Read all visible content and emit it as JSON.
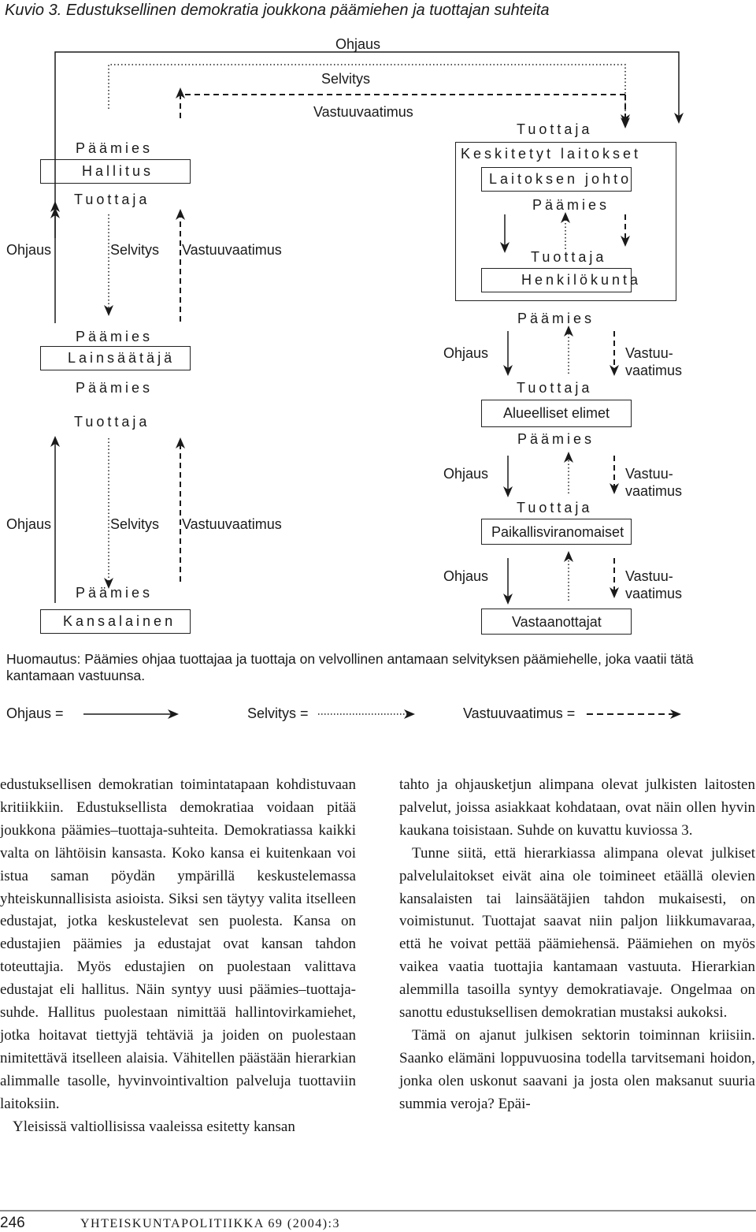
{
  "figure": {
    "title": "Kuvio 3. Edustuksellinen demokratia joukkona päämiehen ja tuottajan suhteita",
    "top": {
      "ohjaus": "Ohjaus",
      "selvitys": "Selvitys",
      "vastuu": "Vastuuvaatimus"
    },
    "left": {
      "paamies1": "Päämies",
      "hallitus": "Hallitus",
      "tuottaja1": "Tuottaja",
      "ohjaus1": "Ohjaus",
      "selvitys1": "Selvitys",
      "vastuu1": "Vastuuvaatimus",
      "paamies2": "Päämies",
      "lainsaataja": "Lainsäätäjä",
      "paamies3": "Päämies",
      "tuottaja2": "Tuottaja",
      "ohjaus2": "Ohjaus",
      "selvitys2": "Selvitys",
      "vastuu2": "Vastuuvaatimus",
      "paamies4": "Päämies",
      "kansalainen": "Kansalainen"
    },
    "right": {
      "tuottaja_top": "Tuottaja",
      "keskitetyt": "Keskitetyt laitokset",
      "laitoksen_johto": "Laitoksen johto",
      "paamies_a": "Päämies",
      "tuottaja_a": "Tuottaja",
      "henkilokunta": "Henkilökunta",
      "paamies_b": "Päämies",
      "ohjaus_b": "Ohjaus",
      "vastuu_b_1": "Vastuu-",
      "vastuu_b_2": "vaatimus",
      "tuottaja_b": "Tuottaja",
      "alueelliset": "Alueelliset elimet",
      "paamies_c": "Päämies",
      "ohjaus_c": "Ohjaus",
      "vastuu_c_1": "Vastuu-",
      "vastuu_c_2": "vaatimus",
      "tuottaja_c": "Tuottaja",
      "paikallis": "Paikallisviranomaiset",
      "ohjaus_d": "Ohjaus",
      "vastuu_d_1": "Vastuu-",
      "vastuu_d_2": "vaatimus",
      "vastaanottajat": "Vastaanottajat"
    },
    "note": "Huomautus: Päämies ohjaa tuottajaa ja tuottaja on velvollinen antamaan selvityksen päämiehelle, joka vaatii tätä kantamaan vastuunsa.",
    "legend": {
      "ohjaus": "Ohjaus =",
      "selvitys": "Selvitys =",
      "vastuu": "Vastuuvaatimus ="
    }
  },
  "body": {
    "left": [
      "edustuksellisen demokratian toimintatapaan kohdistuvaan kritiikkiin. Edustuksellista demokratiaa voidaan pitää joukkona päämies–tuottaja-suhteita. Demokratiassa kaikki valta on lähtöisin kansasta. Koko kansa ei kuitenkaan voi istua saman pöydän ympärillä keskustelemassa yhteiskunnallisista asioista. Siksi sen täytyy valita itselleen edustajat, jotka keskustelevat sen puolesta. Kansa on edustajien päämies ja edustajat ovat kansan tahdon toteuttajia. Myös edustajien on puolestaan valittava edustajat eli hallitus. Näin syntyy uusi päämies–tuottaja-suhde. Hallitus puolestaan nimittää hallintovirkamiehet, jotka hoitavat tiettyjä tehtäviä ja joiden on puolestaan nimitettävä itselleen alaisia. Vähitellen päästään hierarkian alimmalle tasolle, hyvinvointivaltion palveluja tuottaviin laitoksiin.",
      "Yleisissä valtiollisissa vaaleissa esitetty kansan"
    ],
    "right": [
      "tahto ja ohjausketjun alimpana olevat julkisten laitosten palvelut, joissa asiakkaat kohdataan, ovat näin ollen hyvin kaukana toisistaan. Suhde on kuvattu kuviossa 3.",
      "Tunne siitä, että hierarkiassa alimpana olevat julkiset palvelulaitokset eivät aina ole toimineet etäällä olevien kansalaisten tai lainsäätäjien tahdon mukaisesti, on voimistunut. Tuottajat saavat niin paljon liikkumavaraa, että he voivat pettää päämiehensä. Päämiehen on myös vaikea vaatia tuottajia kantamaan vastuuta. Hierarkian alemmilla tasoilla syntyy demokratiavaje. Ongelmaa on sanottu edustuksellisen demokratian mustaksi aukoksi.",
      "Tämä on ajanut julkisen sektorin toiminnan kriisiin. Saanko elämäni loppuvuosina todella tarvitsemani hoidon, jonka olen uskonut saavani ja josta olen maksanut suuria summia veroja? Epäi-"
    ]
  },
  "footer": {
    "page": "246",
    "journal": "YHTEISKUNTAPOLITIIKKA 69 (2004):3"
  }
}
